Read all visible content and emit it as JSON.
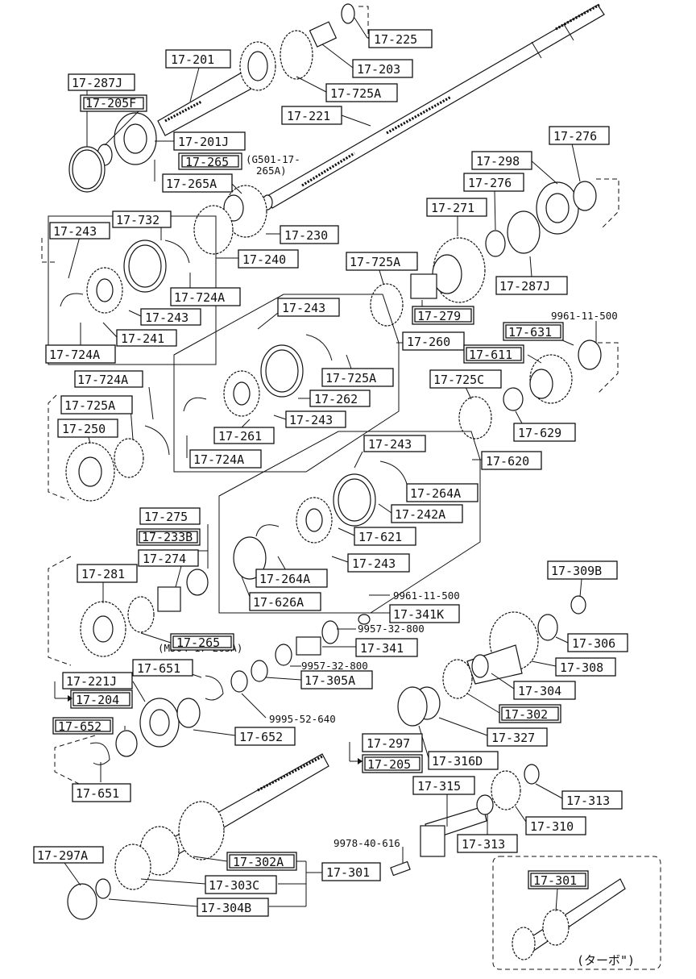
{
  "labels": {
    "p17_225": "17-225",
    "p17_203": "17-203",
    "p17_201": "17-201",
    "p17_725A_top": "17-725A",
    "p17_287J_top": "17-287J",
    "p17_205F": "17-205F",
    "p17_221": "17-221",
    "p17_201J": "17-201J",
    "p17_265_top": "17-265",
    "g501": "(G501-17-",
    "g501b": "265A)",
    "p17_265A": "17-265A",
    "p17_276a": "17-276",
    "p17_298": "17-298",
    "p17_276b": "17-276",
    "p17_271": "17-271",
    "p17_243_a": "17-243",
    "p17_732": "17-732",
    "p17_230": "17-230",
    "p17_240": "17-240",
    "p17_724A_a": "17-724A",
    "p17_243_b": "17-243",
    "p17_241": "17-241",
    "p17_724A_b": "17-724A",
    "p17_725A_mid": "17-725A",
    "p17_287J_mid": "17-287J",
    "p17_279": "17-279",
    "n9961_a": "9961-11-500",
    "p17_243_c": "17-243",
    "p17_260": "17-260",
    "p17_631": "17-631",
    "p17_611": "17-611",
    "p17_725A_c": "17-725A",
    "p17_262": "17-262",
    "p17_243_d": "17-243",
    "p17_725C": "17-725C",
    "p17_629": "17-629",
    "p17_724A_c": "17-724A",
    "p17_725A_d": "17-725A",
    "p17_250": "17-250",
    "p17_261": "17-261",
    "p17_724A_d": "17-724A",
    "p17_620": "17-620",
    "p17_243_e": "17-243",
    "p17_264A_a": "17-264A",
    "p17_242A": "17-242A",
    "p17_621": "17-621",
    "p17_243_f": "17-243",
    "p17_264A_b": "17-264A",
    "p17_626A": "17-626A",
    "p17_275": "17-275",
    "p17_233B": "17-233B",
    "p17_274": "17-274",
    "p17_281": "17-281",
    "n9961_b": "9961-11-500",
    "p17_341K": "17-341K",
    "p17_309B": "17-309B",
    "m504": "(M504-17-265A)",
    "p17_265_mid": "17-265",
    "n9957_a": "9957-32-800",
    "p17_341": "17-341",
    "n9957_b": "9957-32-800",
    "p17_306": "17-306",
    "p17_308": "17-308",
    "p17_651_a": "17-651",
    "p17_221J": "17-221J",
    "p17_305A": "17-305A",
    "p17_304": "17-304",
    "p17_204": "17-204",
    "p17_302": "17-302",
    "n9995": "9995-52-640",
    "p17_652_a": "17-652",
    "p17_652_b": "17-652",
    "p17_327": "17-327",
    "p17_297": "17-297",
    "p17_316D": "17-316D",
    "p17_205": "17-205",
    "p17_651_b": "17-651",
    "p17_315": "17-315",
    "p17_313_a": "17-313",
    "p17_310": "17-310",
    "p17_313_b": "17-313",
    "n9978": "9978-40-616",
    "p17_297A": "17-297A",
    "p17_302A": "17-302A",
    "p17_301": "17-301",
    "p17_303C": "17-303C",
    "p17_304B": "17-304B",
    "p17_301_inset": "17-301",
    "turbo": "(ターボ\")"
  }
}
